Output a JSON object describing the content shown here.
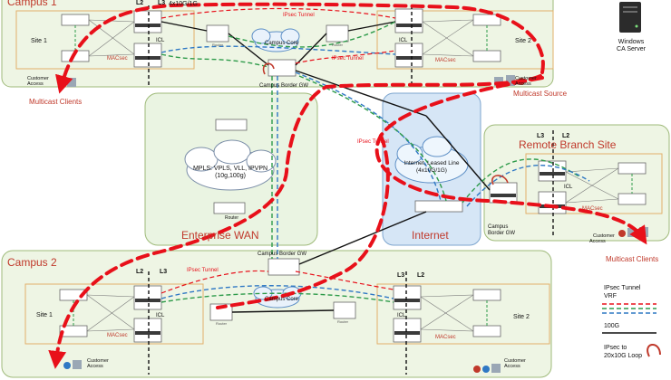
{
  "colors": {
    "campus_fill": "#eef5e4",
    "campus_stroke": "#9fba7a",
    "site_stroke": "#e2b06a",
    "wan_fill": "#eaf4e2",
    "internet_fill": "#d6e6f6",
    "branch_fill": "#eef5e4",
    "site_title": "#c0392b",
    "multicast": "#e8101a",
    "ipsec_red": "#e8101a",
    "vrf_green": "#2e9b4a",
    "vrf_blue": "#2f78c4",
    "link_100g": "#111111",
    "loop": "#c0392b"
  },
  "campus1": {
    "title": "Campus 1",
    "l2": "L2",
    "l3": "L3",
    "uplink": "4x10G/1G",
    "site1": "Site 1",
    "site2": "Site 2",
    "icl": "ICL",
    "macsec": "MACsec",
    "core": "Campus Core",
    "border": "Campus Border GW",
    "ipsec": "IPsec Tunnel",
    "access": [
      "Customer",
      "Access"
    ],
    "clients": "Multicast Clients",
    "source": "Multicast Source"
  },
  "server": {
    "label": [
      "Windows",
      "CA Server"
    ]
  },
  "wan": {
    "title": "Enterprise WAN",
    "cloud": [
      "MPLS: VPLS, VLL, IPVPN",
      "(10g,100g)"
    ],
    "router": "Router"
  },
  "internet": {
    "title": "Internet",
    "cloud": [
      "Internet, Leased Line",
      "(4x10G/1G)"
    ]
  },
  "branch": {
    "title": "Remote Branch Site",
    "l3": "L3",
    "l2": "L2",
    "icl": "ICL",
    "macsec": "MACsec",
    "border": [
      "Campus",
      "Border GW"
    ],
    "access": [
      "Customer",
      "Access"
    ],
    "clients": "Multicast Clients"
  },
  "ipsec_mid": "IPsec Tunnel",
  "campus2": {
    "title": "Campus 2",
    "l2": "L2",
    "l3": "L3",
    "site1": "Site 1",
    "site2": "Site 2",
    "icl": "ICL",
    "macsec": "MACsec",
    "core": "Campus Core",
    "border": "Campus Border GW",
    "ipsec": "IPsec Tunnel",
    "access": [
      "Customer",
      "Access"
    ]
  },
  "legend": {
    "ipsec": "IPsec Tunnel",
    "vrf": "VRF",
    "g100": "100G",
    "loop": [
      "IPsec to",
      "20x10G Loop"
    ]
  },
  "device": {
    "router": "Router"
  }
}
